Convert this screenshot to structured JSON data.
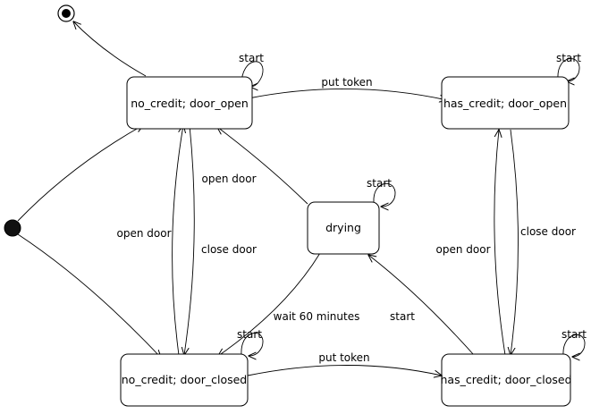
{
  "diagram": {
    "type": "state-machine",
    "states": {
      "no_credit_open": "no_credit; door_open",
      "has_credit_open": "has_credit; door_open",
      "drying": "drying",
      "no_credit_closed": "no_credit; door_closed",
      "has_credit_closed": "has_credit; door_closed"
    },
    "pseudostates": {
      "initial": "initial-pseudostate",
      "final": "final-pseudostate"
    },
    "transitions": {
      "put_token_open": "put token",
      "put_token_closed": "put token",
      "open_door_drying": "open door",
      "open_door_left": "open door",
      "close_door_left": "close door",
      "open_door_right": "open door",
      "close_door_right": "close door",
      "wait_60": "wait 60 minutes",
      "start_to_drying": "start",
      "self_no_credit_open": "start",
      "self_has_credit_open": "start",
      "self_drying": "start",
      "self_no_credit_closed": "start",
      "self_has_credit_closed": "start"
    }
  }
}
